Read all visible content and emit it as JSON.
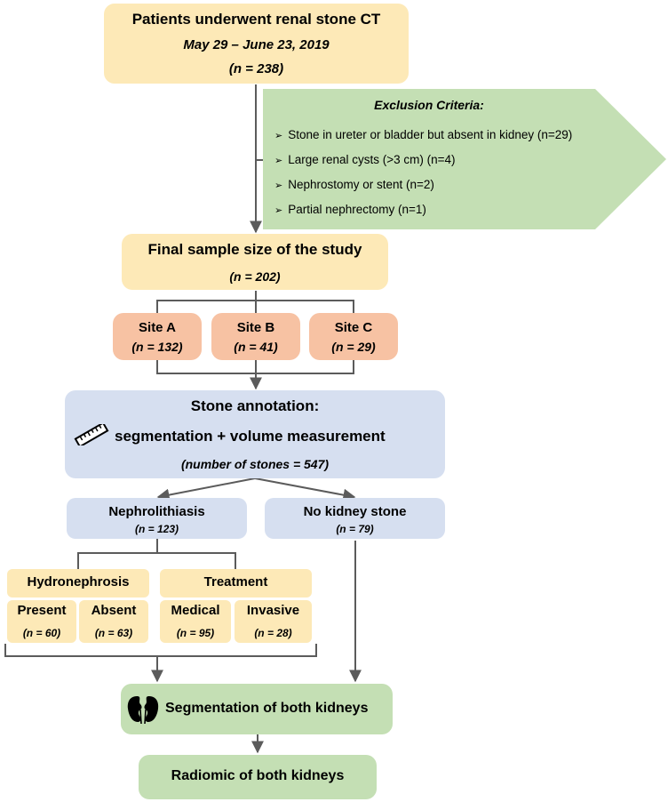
{
  "patients": {
    "title": "Patients underwent renal stone CT",
    "dates": "May 29 – June 23, 2019",
    "n": "(n = 238)"
  },
  "exclusion": {
    "title": "Exclusion Criteria:",
    "items": [
      "Stone in ureter or bladder but absent in kidney (n=29)",
      "Large renal cysts (>3 cm) (n=4)",
      "Nephrostomy or stent (n=2)",
      "Partial nephrectomy (n=1)"
    ],
    "bullet": "➢"
  },
  "final_sample": {
    "title": "Final sample size of the study",
    "n": "(n = 202)"
  },
  "sites": [
    {
      "label": "Site A",
      "n": "(n = 132)"
    },
    {
      "label": "Site B",
      "n": "(n = 41)"
    },
    {
      "label": "Site C",
      "n": "(n = 29)"
    }
  ],
  "annotation": {
    "title": "Stone annotation:",
    "subtitle": "segmentation + volume measurement",
    "n": "(number of stones = 547)",
    "icon": "ruler-icon"
  },
  "nephrolithiasis": {
    "title": "Nephrolithiasis",
    "n": "(n = 123)"
  },
  "no_stone": {
    "title": "No kidney stone",
    "n": "(n = 79)"
  },
  "hydronephrosis": {
    "title": "Hydronephrosis",
    "present": {
      "label": "Present",
      "n": "(n = 60)"
    },
    "absent": {
      "label": "Absent",
      "n": "(n = 63)"
    }
  },
  "treatment": {
    "title": "Treatment",
    "medical": {
      "label": "Medical",
      "n": "(n = 95)"
    },
    "invasive": {
      "label": "Invasive",
      "n": "(n = 28)"
    }
  },
  "segmentation": {
    "title": "Segmentation of both kidneys",
    "icon": "kidneys-icon"
  },
  "radiomic": {
    "title": "Radiomic of both kidneys"
  },
  "colors": {
    "yellow": "#fde9b7",
    "salmon": "#f7c2a3",
    "blue": "#d6dff0",
    "green": "#c4dfb4",
    "connector": "#5b5b5b"
  }
}
